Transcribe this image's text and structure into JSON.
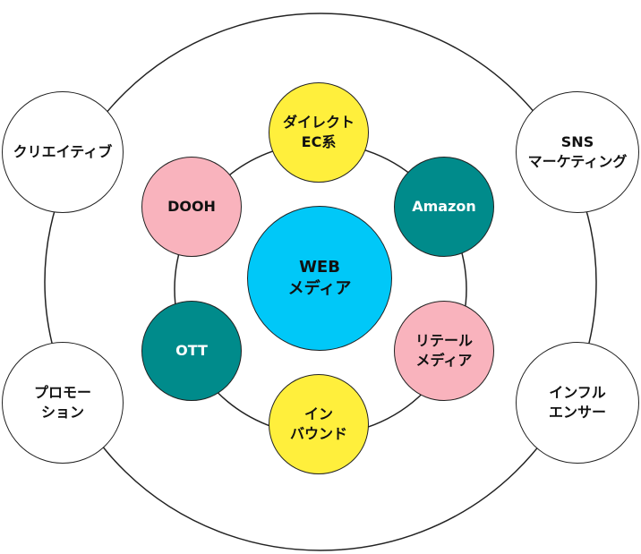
{
  "colors": {
    "outline": "#222222",
    "center": "#00c8f8",
    "yellow": "#ffef3c",
    "teal": "#008b8b",
    "pink": "#f9b3bd",
    "white": "#ffffff",
    "text_dark": "#111111",
    "text_light": "#ffffff"
  },
  "center": {
    "lines": [
      "WEB",
      "メディア"
    ]
  },
  "inner_nodes": {
    "direct_ec": {
      "lines": [
        "ダイレクト",
        "EC系"
      ],
      "color": "yellow"
    },
    "amazon": {
      "lines": [
        "Amazon",
        ""
      ],
      "color": "teal"
    },
    "retail_media": {
      "lines": [
        "リテール",
        "メディア"
      ],
      "color": "pink"
    },
    "inbound": {
      "lines": [
        "イン",
        "バウンド"
      ],
      "color": "yellow"
    },
    "ott": {
      "lines": [
        "OTT",
        ""
      ],
      "color": "teal"
    },
    "dooh": {
      "lines": [
        "DOOH",
        ""
      ],
      "color": "pink"
    }
  },
  "outer_nodes": {
    "creative": {
      "lines": [
        "クリエイティブ",
        ""
      ]
    },
    "sns_marketing": {
      "lines": [
        "SNS",
        "マーケティング"
      ]
    },
    "promotion": {
      "lines": [
        "プロモー",
        "ション"
      ]
    },
    "influencer": {
      "lines": [
        "インフル",
        "エンサー"
      ]
    }
  }
}
